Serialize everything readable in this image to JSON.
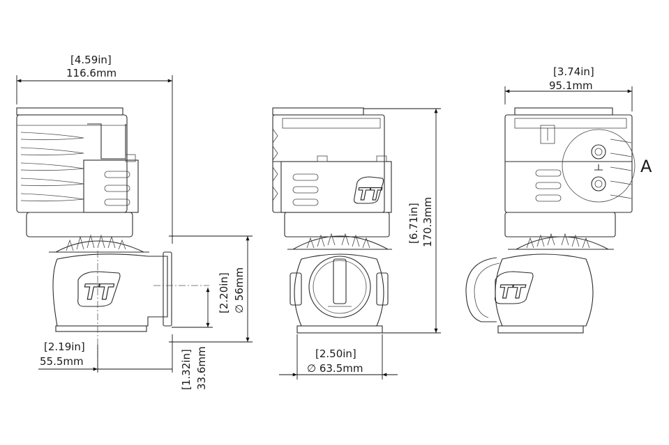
{
  "dimensions": {
    "left_width_in": "[4.59in]",
    "left_width_mm": "116.6mm",
    "left_offset_in": "[2.19in]",
    "left_offset_mm": "55.5mm",
    "outlet_dia_in": "[2.20in]",
    "outlet_dia_mm": "∅ 56mm",
    "outlet_height_in": "[1.32in]",
    "outlet_height_mm": "33.6mm",
    "inlet_dia_in": "[2.50in]",
    "inlet_dia_mm": "∅ 63.5mm",
    "height_in": "[6.71in]",
    "height_mm": "170.3mm",
    "right_width_in": "[3.74in]",
    "right_width_mm": "95.1mm"
  },
  "detail_label": "A"
}
